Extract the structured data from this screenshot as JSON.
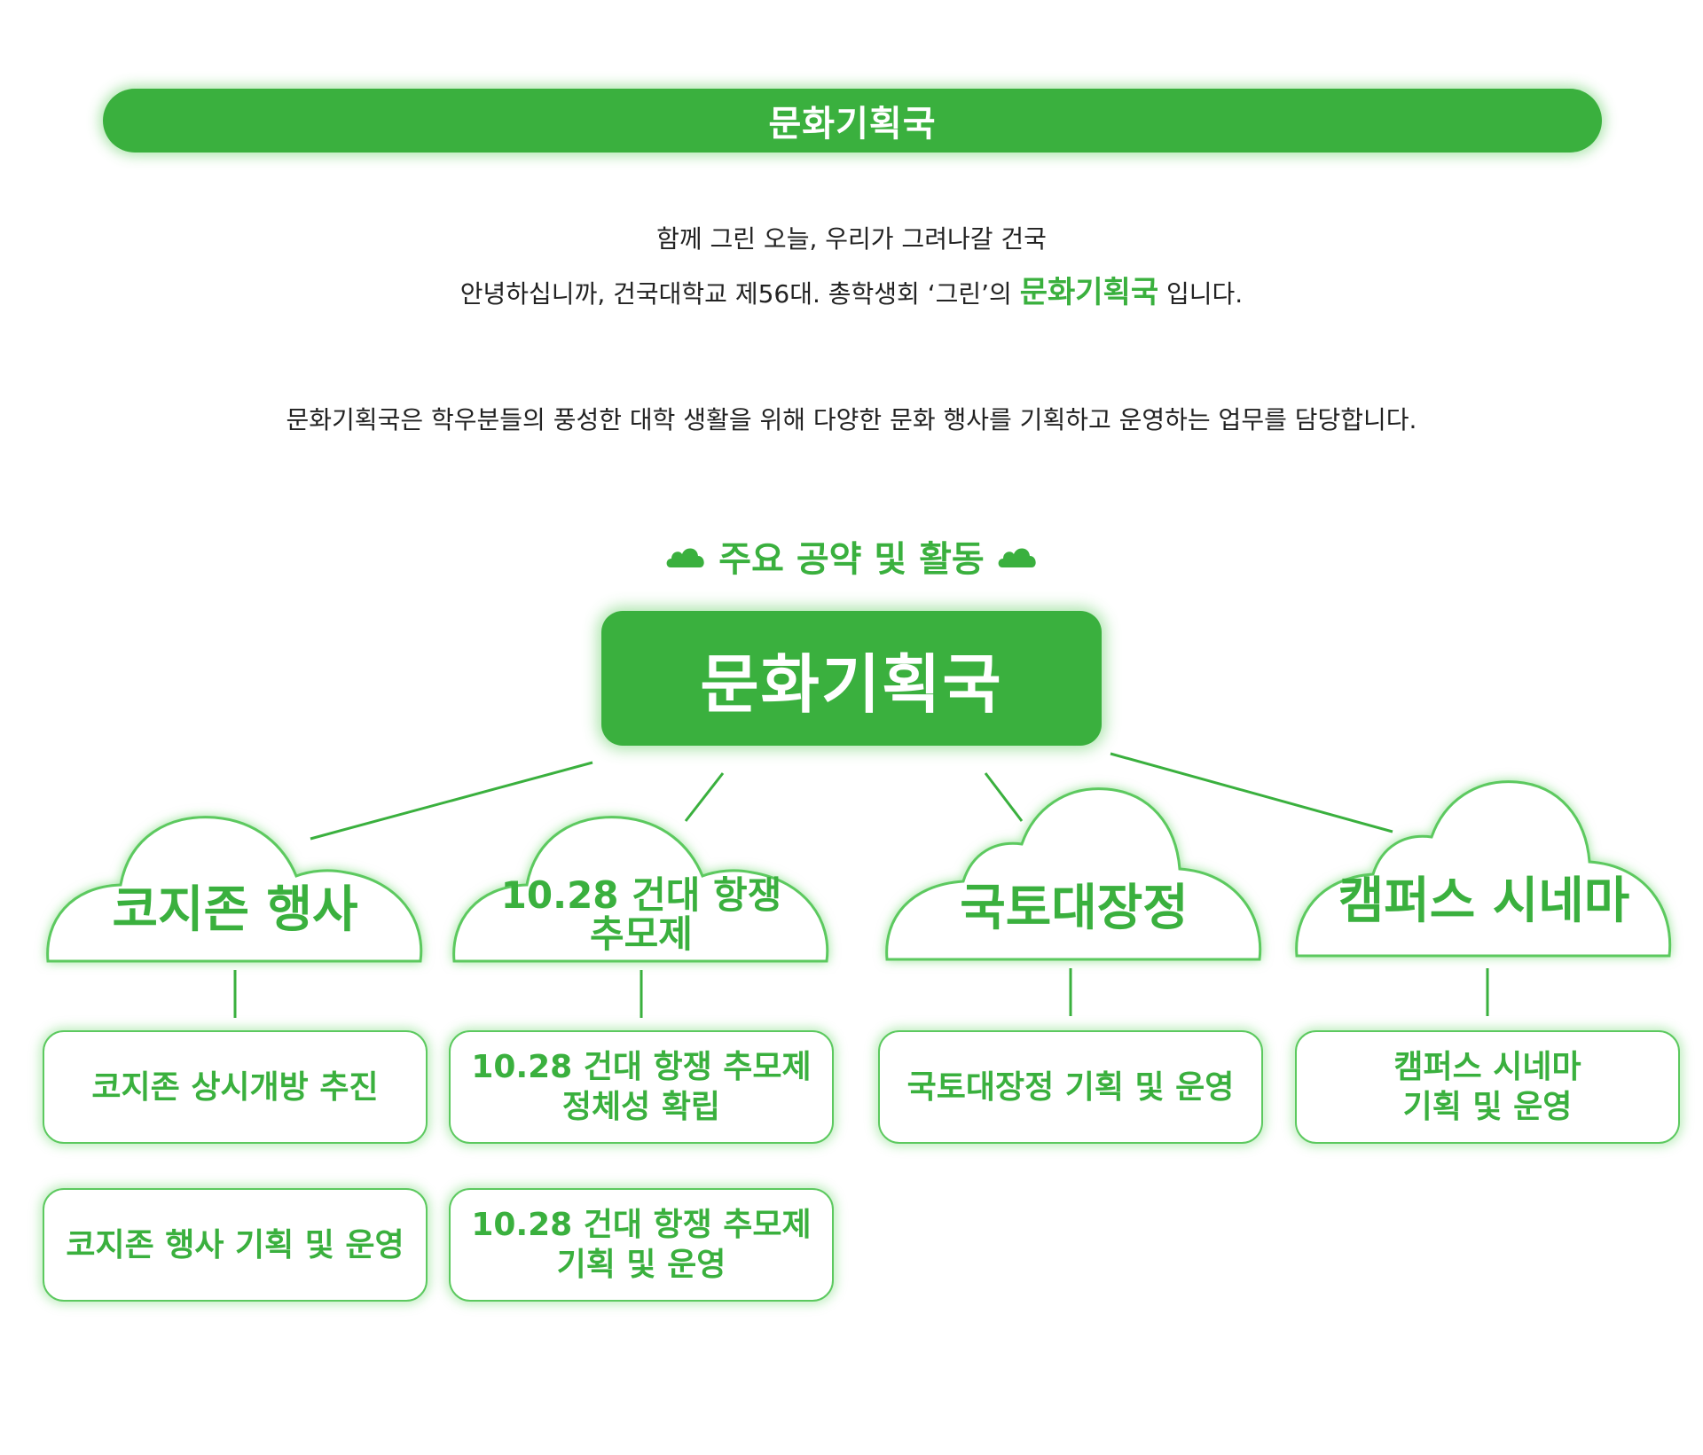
{
  "header": {
    "title": "문화기획국"
  },
  "intro": {
    "line1": "함께 그린 오늘, 우리가 그려나갈 건국",
    "line2_before": "안녕하십니까, 건국대학교 제56대. 총학생회 ‘그린’의",
    "line2_highlight": "문화기획국",
    "line2_after": "입니다.",
    "description": "문화기획국은 학우분들의 풍성한 대학 생활을 위해 다양한 문화 행사를 기획하고 운영하는 업무를 담당합니다."
  },
  "section": {
    "title": "주요 공약 및 활동",
    "icon": "cloud-icon"
  },
  "diagram": {
    "root": "문화기획국",
    "branches": [
      {
        "label": "코지존 행사",
        "tasks": [
          "코지존 상시개방 추진",
          "코지존 행사 기획 및 운영"
        ]
      },
      {
        "label": "10.28 건대 항쟁\n추모제",
        "tasks": [
          "10.28 건대 항쟁 추모제\n정체성 확립",
          "10.28 건대 항쟁 추모제\n기획 및 운영"
        ]
      },
      {
        "label": "국토대장정",
        "tasks": [
          "국토대장정 기획 및 운영"
        ]
      },
      {
        "label": "캠퍼스 시네마",
        "tasks": [
          "캠퍼스 시네마\n기획 및 운영"
        ]
      }
    ]
  },
  "colors": {
    "accent": "#3ab03e",
    "glow": "#5cc95f",
    "text": "#222222",
    "background": "#ffffff"
  }
}
